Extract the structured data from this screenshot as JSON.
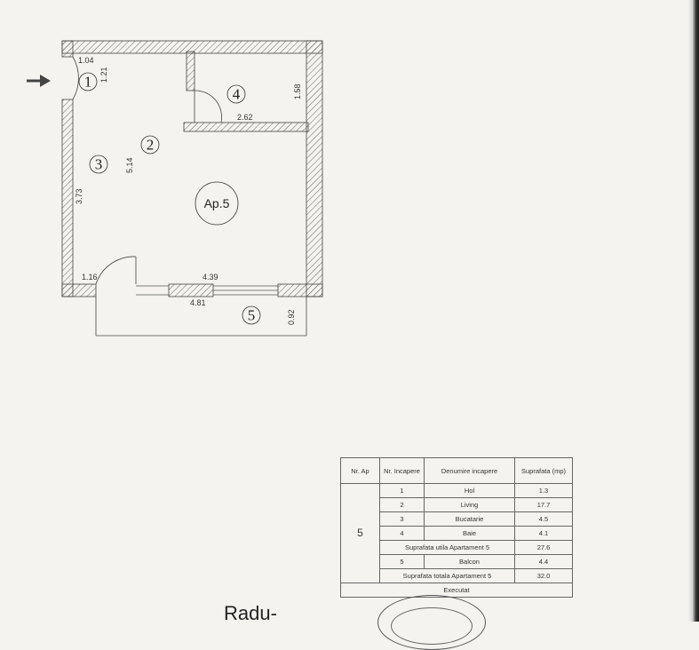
{
  "plan": {
    "apartment_label": "Ap.5",
    "rooms": [
      "1",
      "2",
      "3",
      "4",
      "5"
    ],
    "dimensions": {
      "entry_width": "1.04",
      "entry_depth": "1.21",
      "bath_height": "1.58",
      "bath_width": "2.62",
      "living_depth": "5.14",
      "left_wall": "3.73",
      "door_offset": "1.16",
      "window_width": "4.39",
      "balcony_width": "4.81",
      "balcony_depth": "0.92"
    }
  },
  "legend": {
    "headers": {
      "apt_no": "Nr. Ap",
      "room_no": "Nr. Incapere",
      "room_name": "Denumire incapere",
      "area": "Suprafata (mp)"
    },
    "apartment_number": "5",
    "rows": [
      {
        "no": "1",
        "name": "Hol",
        "area": "1.3"
      },
      {
        "no": "2",
        "name": "Living",
        "area": "17.7"
      },
      {
        "no": "3",
        "name": "Bucatarie",
        "area": "4.5"
      },
      {
        "no": "4",
        "name": "Baie",
        "area": "4.1"
      }
    ],
    "useful_area": {
      "label": "Suprafata utila Apartament 5",
      "value": "27.6"
    },
    "balcony_row": {
      "no": "5",
      "name": "Balcon",
      "area": "4.4"
    },
    "total_area": {
      "label": "Suprafata totala Apartament 5",
      "value": "32.0"
    },
    "executed_label": "Executat"
  },
  "signature": "Radu-"
}
